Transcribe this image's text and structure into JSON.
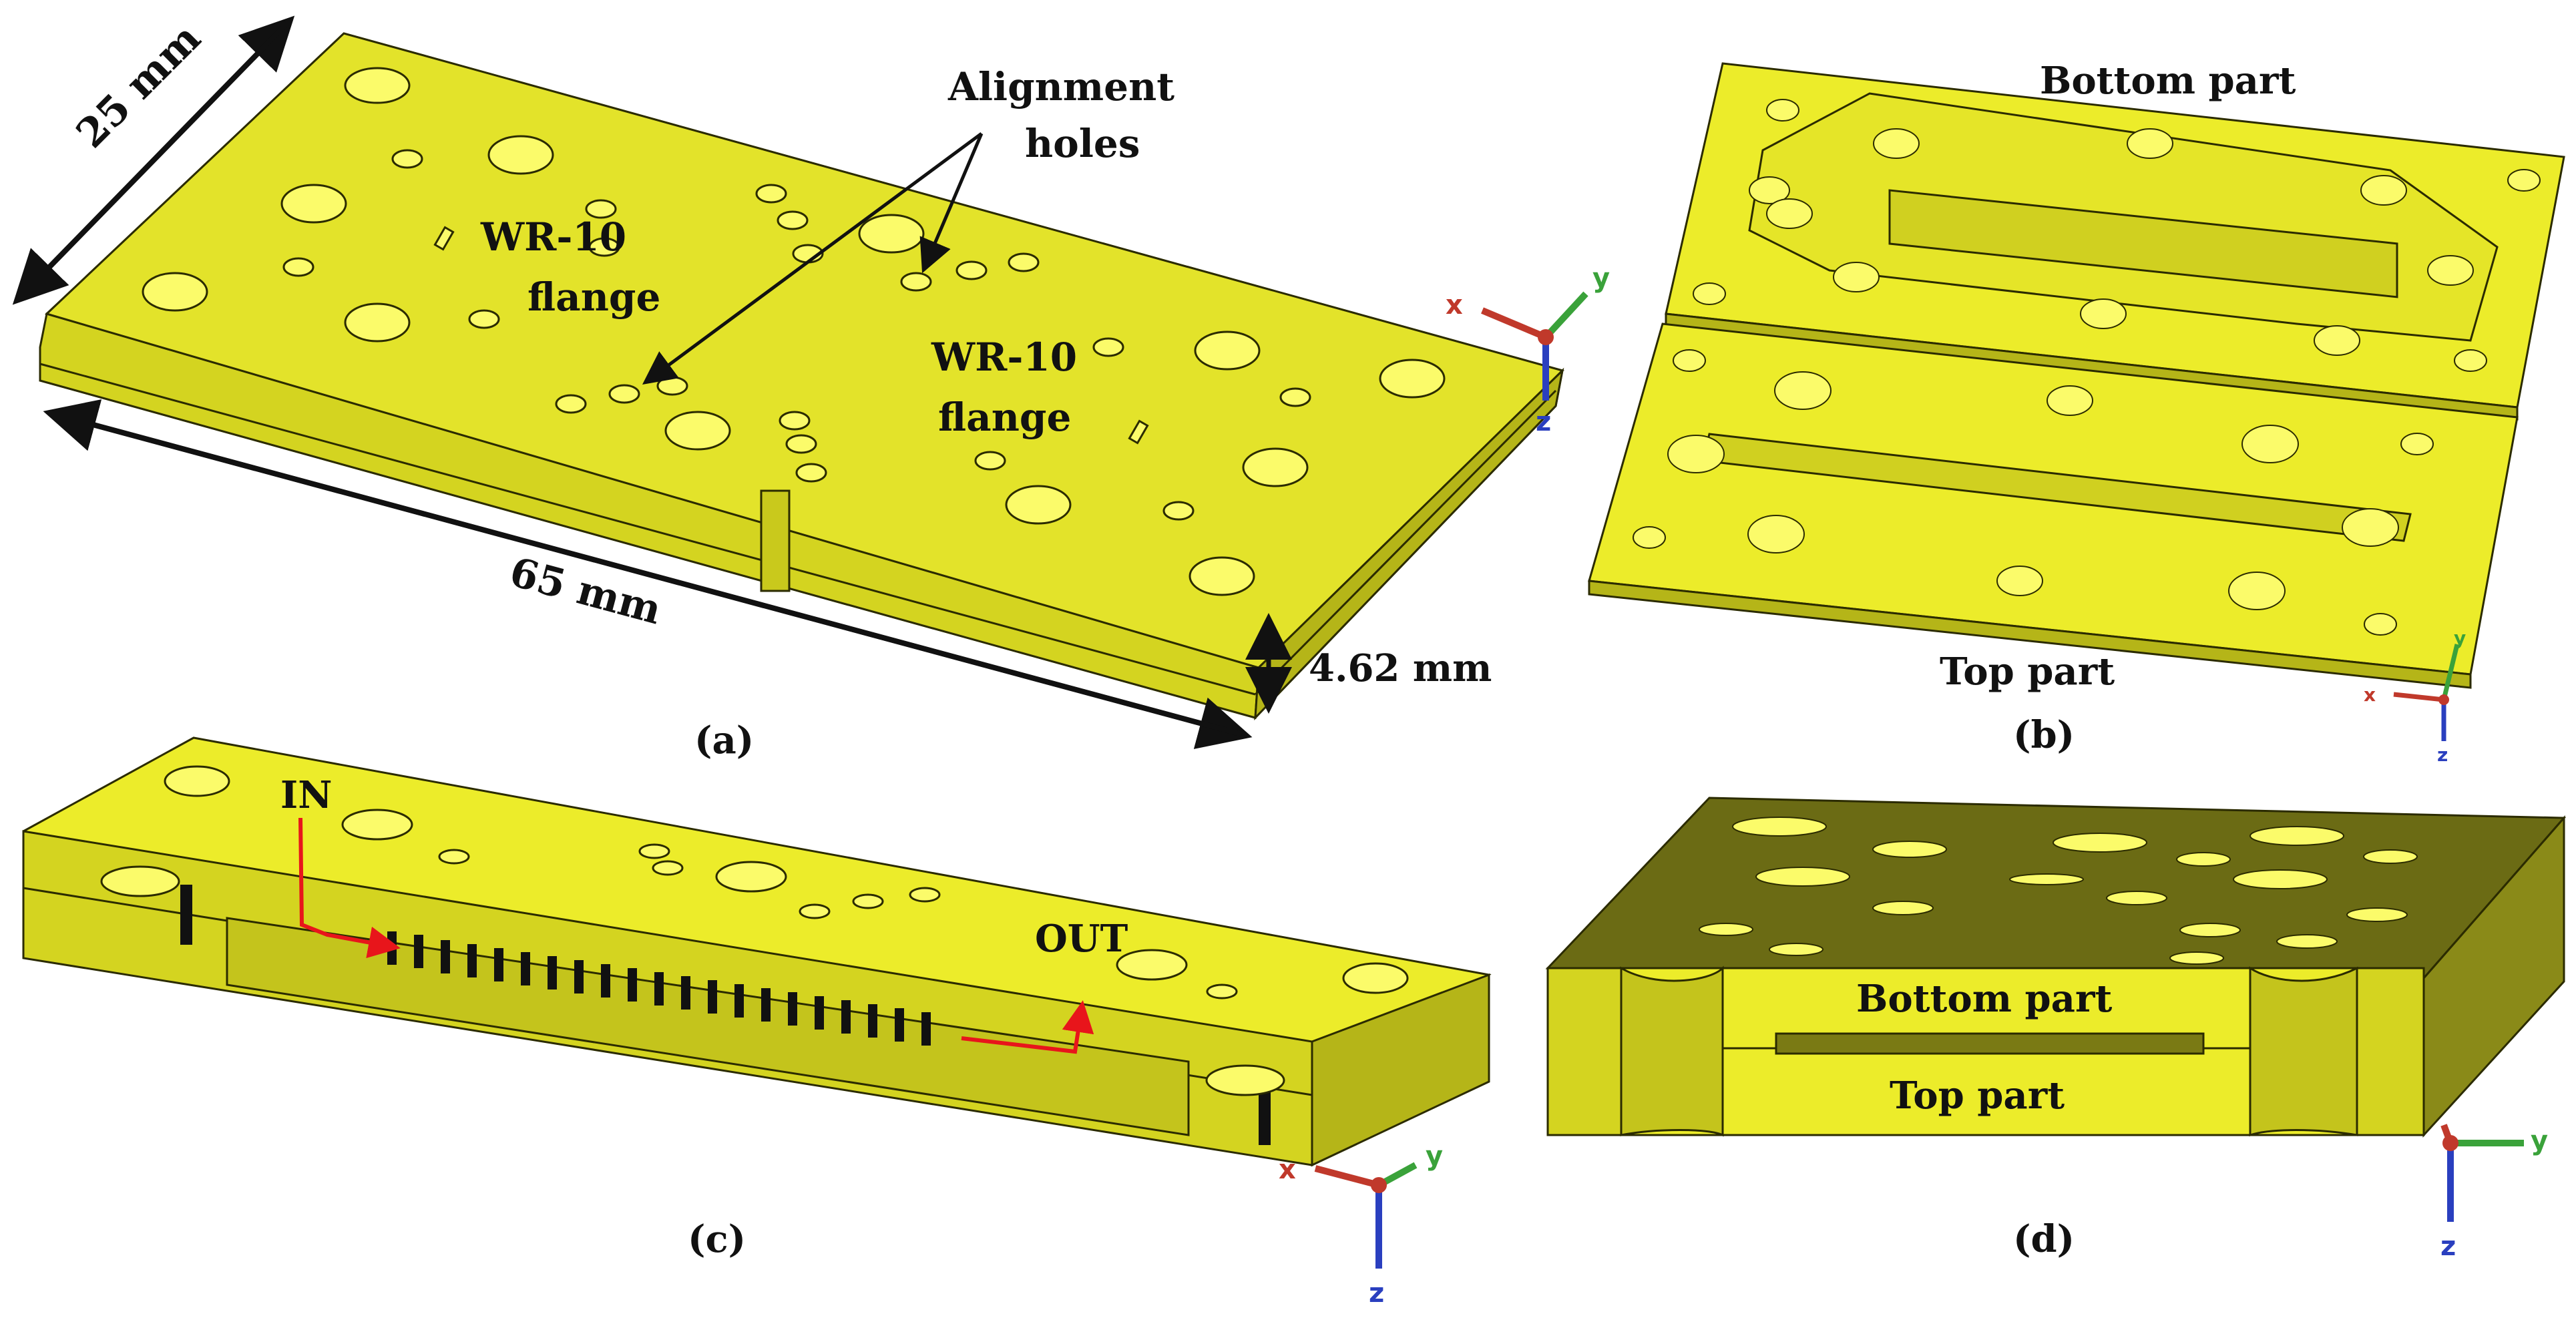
{
  "panels": {
    "a": {
      "caption": "(a)",
      "dim_width": "25 mm",
      "dim_length": "65 mm",
      "dim_thickness": "4.62 mm",
      "annotation_alignment_line1": "Alignment",
      "annotation_alignment_line2": "holes",
      "flange_left_line1": "WR-10",
      "flange_left_line2": "flange",
      "flange_right_line1": "WR-10",
      "flange_right_line2": "flange"
    },
    "b": {
      "caption": "(b)",
      "label_bottom": "Bottom part",
      "label_top": "Top part"
    },
    "c": {
      "caption": "(c)",
      "label_in": "IN",
      "label_out": "OUT"
    },
    "d": {
      "caption": "(d)",
      "label_bottom": "Bottom part",
      "label_top": "Top part"
    }
  },
  "axes_labels": {
    "x": "x",
    "y": "y",
    "z": "z"
  },
  "colors": {
    "body": "#ecec2a",
    "body_side": "#c9c91c",
    "body_dark": "#7a7a14",
    "edge": "#2b2b00",
    "hole": "#fbfb6a",
    "axis_x": "#c0392b",
    "axis_y": "#3aa23a",
    "axis_z": "#2a3fbf",
    "arrow_red": "#e8151b"
  }
}
